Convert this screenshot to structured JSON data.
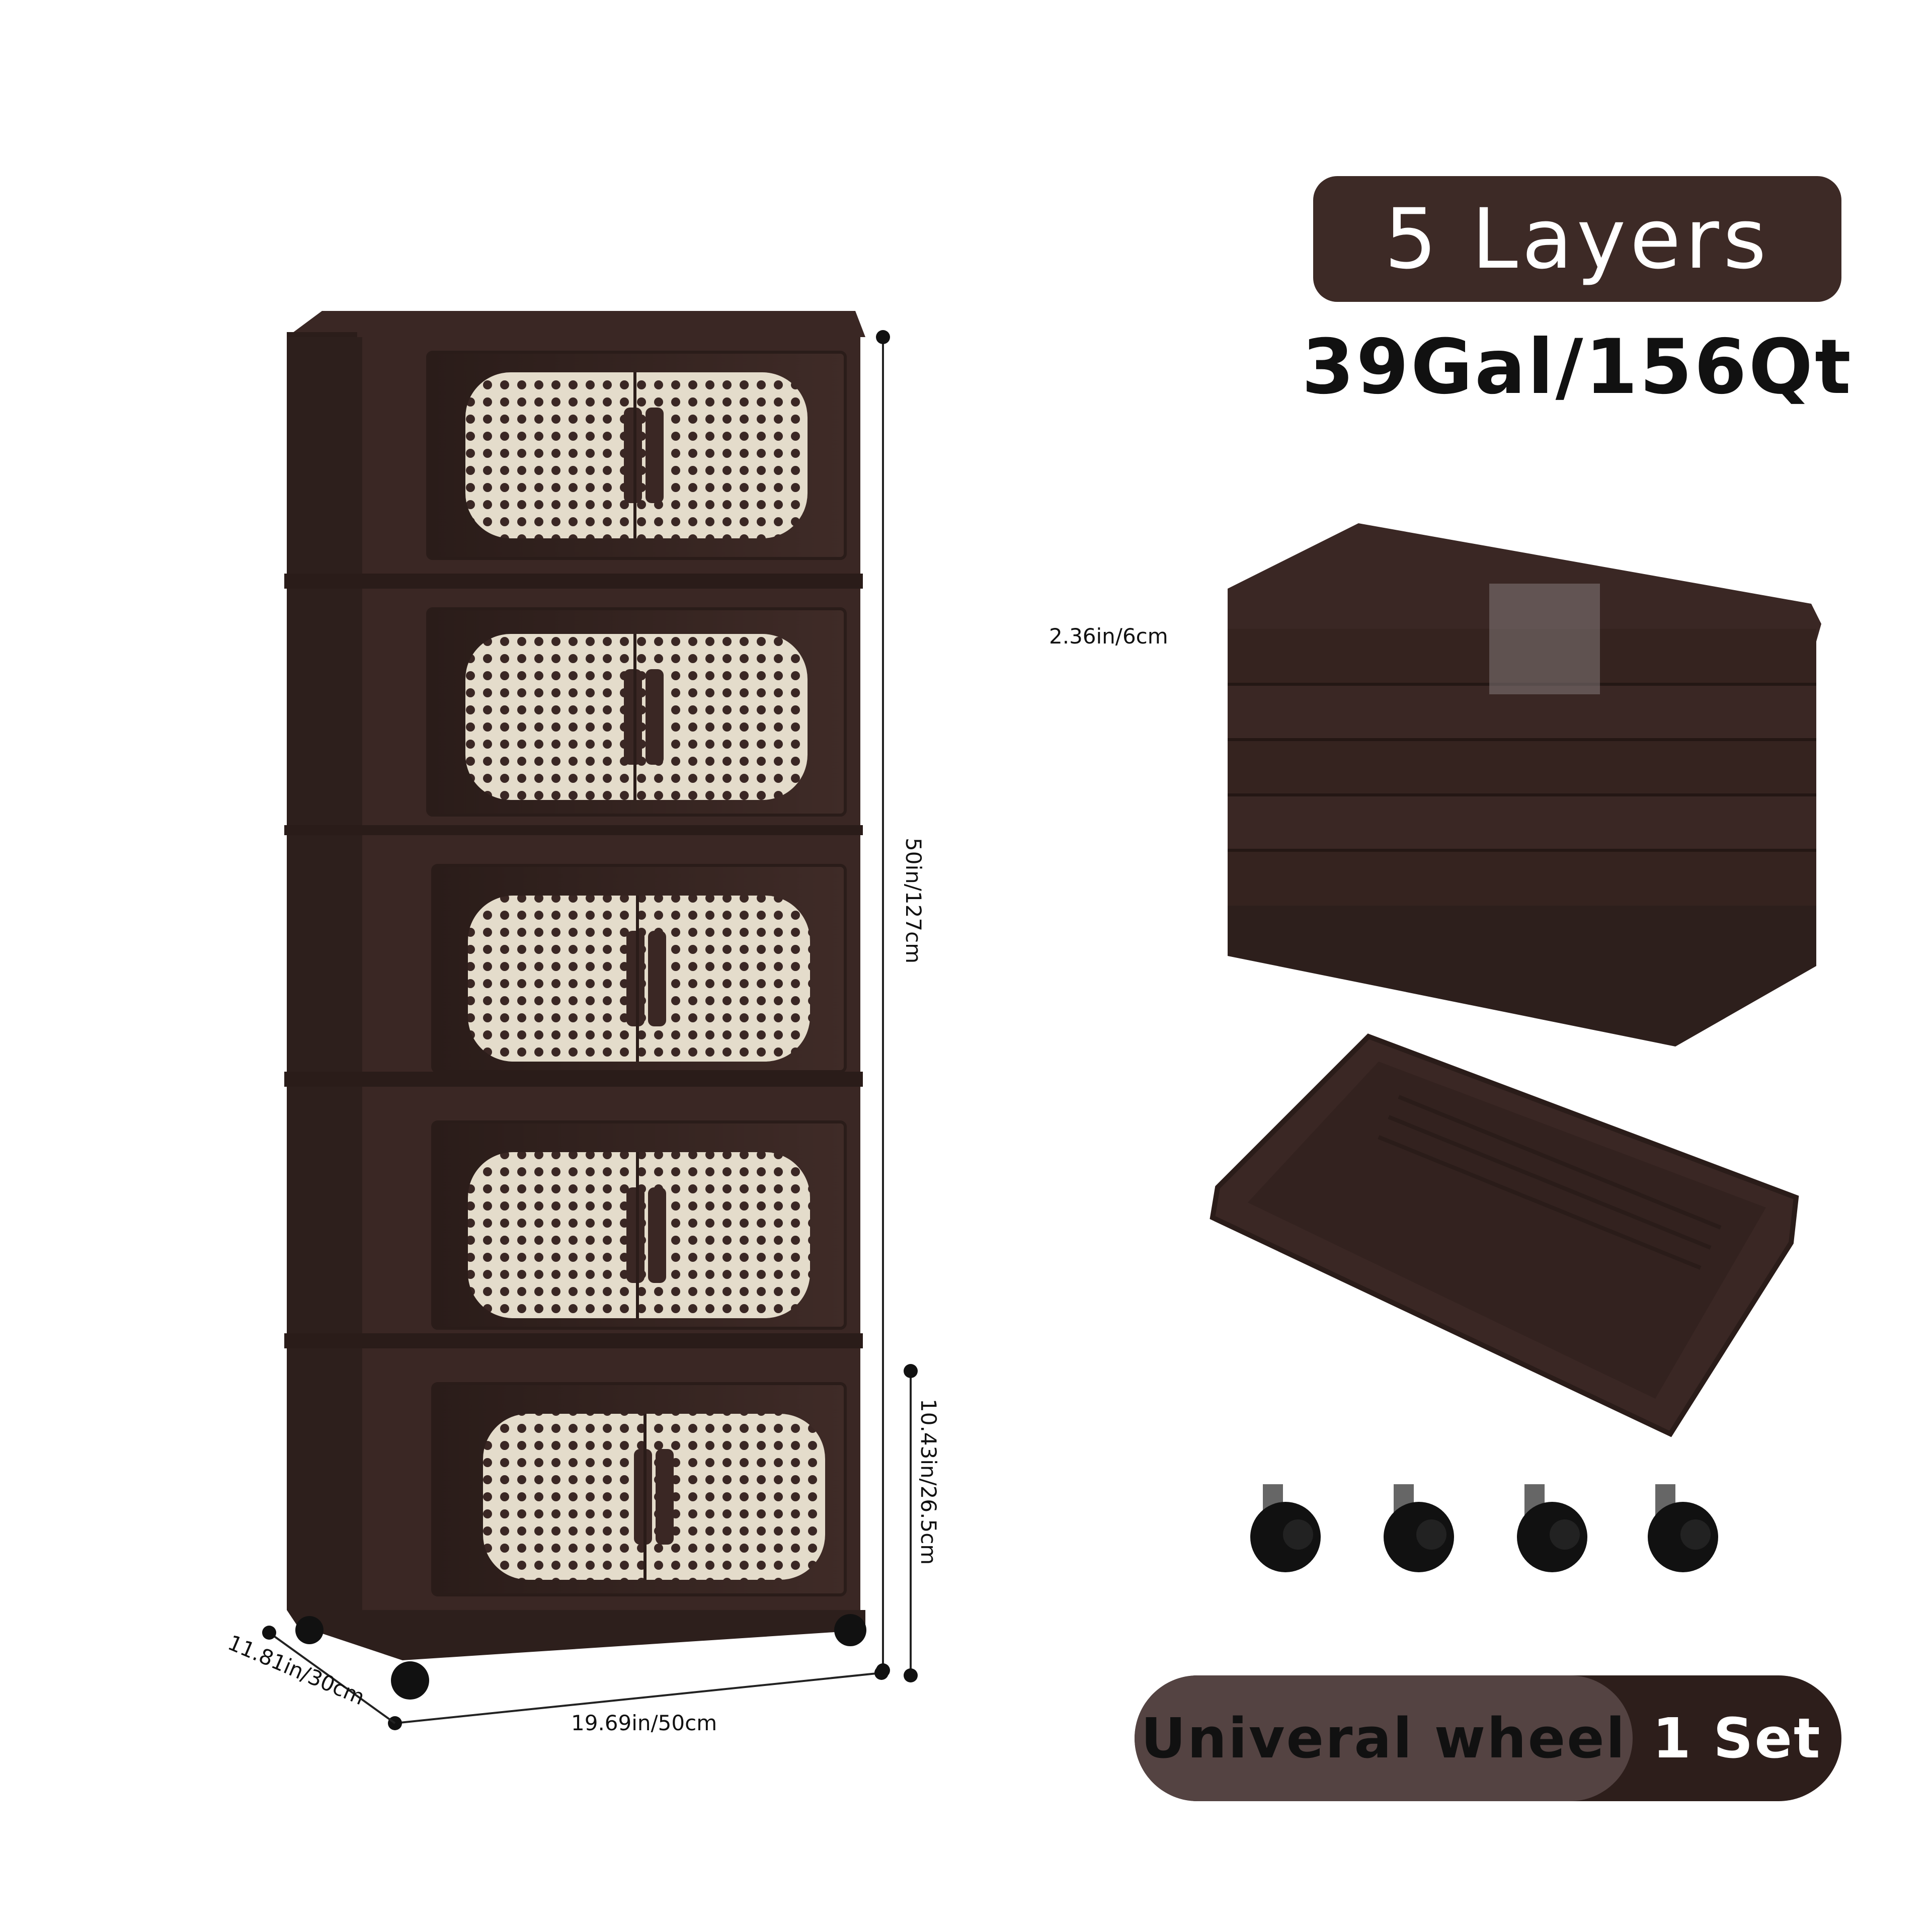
{
  "badge": {
    "layers_label": "5 Layers"
  },
  "capacity": "39Gal/156Qt",
  "dimensions": {
    "height_total": "50in/127cm",
    "layer_height": "10.43in/26.5cm",
    "width": "19.69in/50cm",
    "depth": "11.81in/30cm",
    "folded_height": "2.36in/6cm"
  },
  "wheels": {
    "label": "Univeral wheel",
    "quantity": "1 Set"
  },
  "colors": {
    "cabinet": "#3a2724",
    "rattan": "#e4dccb",
    "pill_dark": "#3d2a26"
  }
}
